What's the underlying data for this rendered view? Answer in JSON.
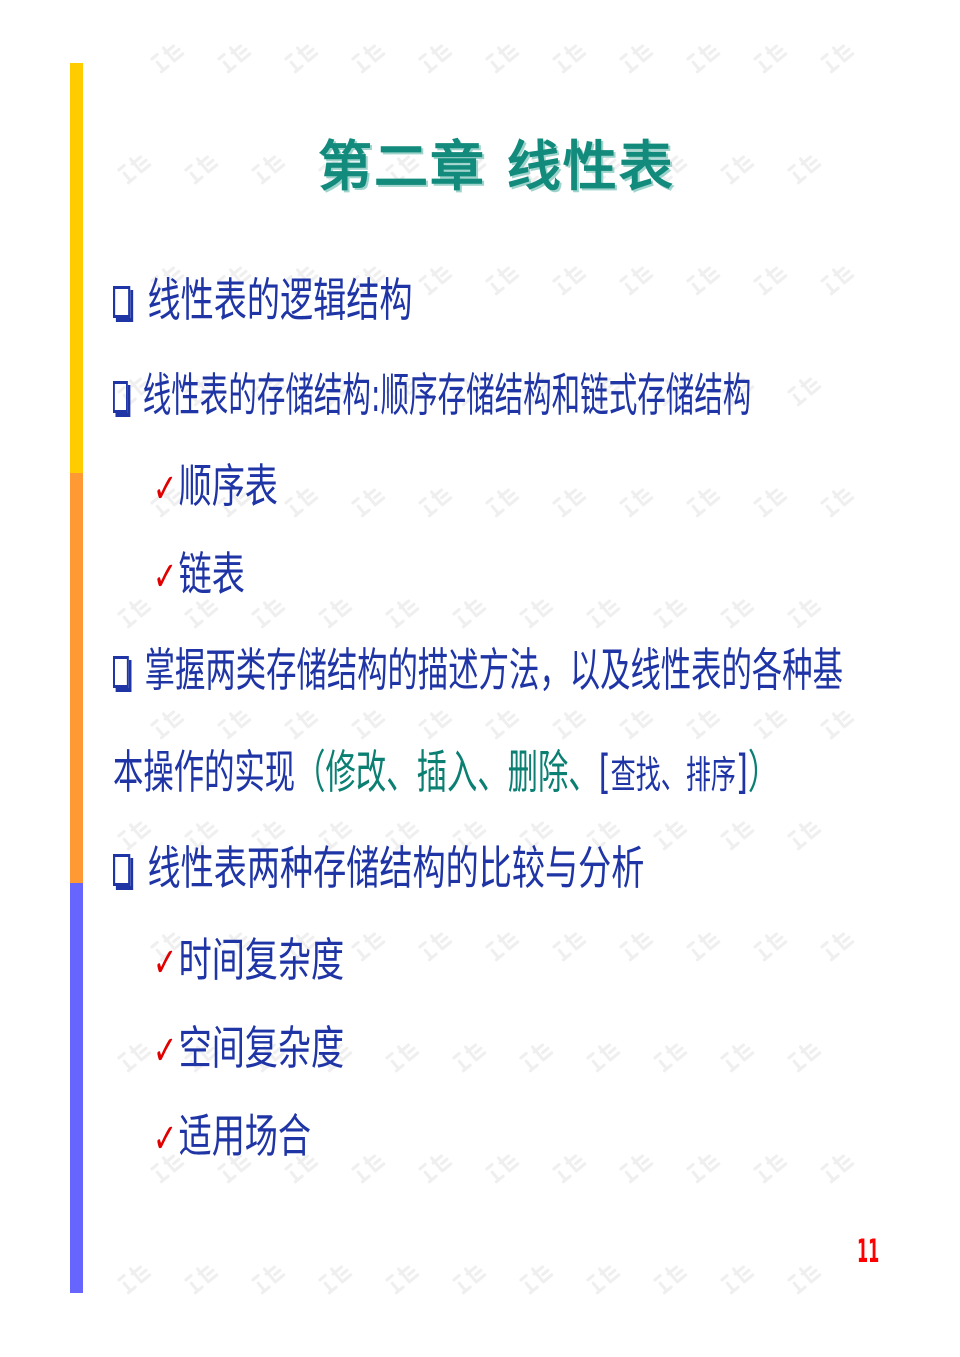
{
  "watermark": "试读",
  "colors": {
    "bar_top": "#ffcc00",
    "bar_mid": "#ff9933",
    "bar_bottom": "#6666ff",
    "text": "#1f35a6",
    "title": "#128a7c",
    "accent": "#0a7f72",
    "check": "#e00000"
  },
  "title": "第二章  线性表",
  "items": [
    {
      "text": "线性表的逻辑结构"
    },
    {
      "text": "线性表的存储结构:顺序存储结构和链式存储结构"
    },
    {
      "sub": "顺序表"
    },
    {
      "sub": "链表"
    },
    {
      "text": "掌握两类存储结构的描述方法，以及线性表的各种基"
    },
    {
      "text": "本操作的实现",
      "paren_open": "（修改、插入、删除、",
      "bracket_open": "[",
      "bracket_text": "查找、排序",
      "bracket_close": "]",
      "paren_close": "）"
    },
    {
      "text": "线性表两种存储结构的比较与分析"
    },
    {
      "sub": "时间复杂度"
    },
    {
      "sub": "空间复杂度"
    },
    {
      "sub": "适用场合"
    }
  ],
  "check_mark": "✓",
  "page_number": "11"
}
